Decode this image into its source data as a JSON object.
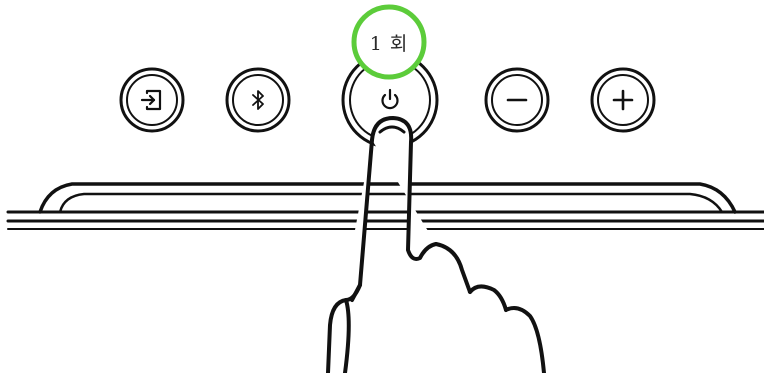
{
  "callout": {
    "text": "1 회",
    "color": "#5ccc3a"
  },
  "buttons": [
    {
      "id": "input",
      "icon": "input-source-icon"
    },
    {
      "id": "bluetooth",
      "icon": "bluetooth-icon"
    },
    {
      "id": "power",
      "icon": "power-icon"
    },
    {
      "id": "volume-down",
      "icon": "minus-icon"
    },
    {
      "id": "volume-up",
      "icon": "plus-icon"
    }
  ],
  "colors": {
    "line": "#111111",
    "background": "#ffffff",
    "highlight": "#5ccc3a"
  }
}
